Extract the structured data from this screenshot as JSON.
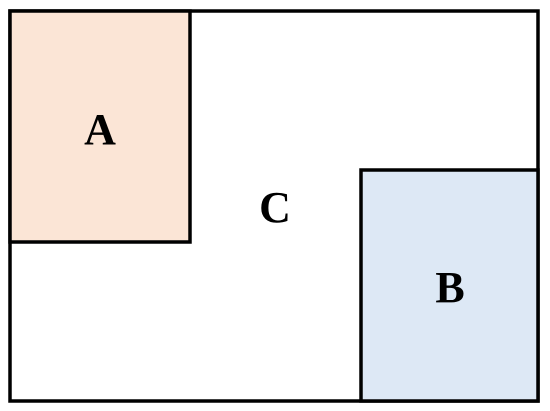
{
  "diagram": {
    "regions": {
      "a": {
        "label": "A",
        "fill": "#fbe5d6"
      },
      "b": {
        "label": "B",
        "fill": "#dde8f5"
      },
      "c": {
        "label": "C",
        "fill": "#ffffff"
      }
    },
    "stroke": "#000000"
  }
}
